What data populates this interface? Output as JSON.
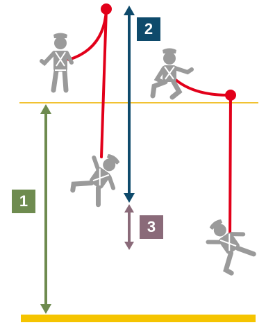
{
  "colors": {
    "background": "#ffffff",
    "anchor_level_line": "#f1c232",
    "ground_bar": "#f5c400",
    "lanyard": "#e2001a",
    "anchor_point": "#e2001a",
    "worker_figure": "#9a9a9a",
    "harness": "#ffffff",
    "arrow_1": "#6e8b4f",
    "arrow_2": "#0e4a6b",
    "arrow_3": "#8a6a79"
  },
  "labels": [
    {
      "id": "1",
      "text": "1",
      "color": "#6e8b4f"
    },
    {
      "id": "2",
      "text": "2",
      "color": "#0e4a6b"
    },
    {
      "id": "3",
      "text": "3",
      "color": "#8a6a79"
    }
  ],
  "icons": {
    "worker_standing": "worker-walking-icon",
    "worker_falling_left": "worker-falling-icon",
    "worker_crouching": "worker-crouching-icon",
    "worker_falling_right": "worker-falling-icon"
  }
}
